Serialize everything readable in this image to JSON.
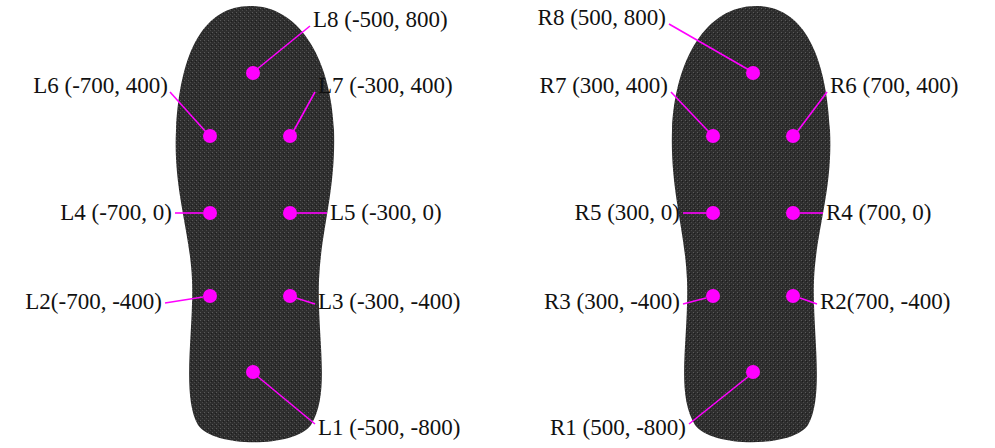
{
  "diagram": {
    "labels": [
      "L8 (-500, 800)",
      "R8 (500, 800)",
      "L6 (-700, 400)",
      "L7 (-300, 400)",
      "R7 (300, 400)",
      "R6 (700, 400)",
      "L4 (-700, 0)",
      "L5 (-300, 0)",
      "R5 (300, 0)",
      "R4 (700, 0)",
      "L2(-700, -400)",
      "L3 (-300, -400)",
      "R3 (300, -400)",
      "R2(700, -400)",
      "L1 (-500, -800)",
      "R1 (500, -800)"
    ]
  }
}
